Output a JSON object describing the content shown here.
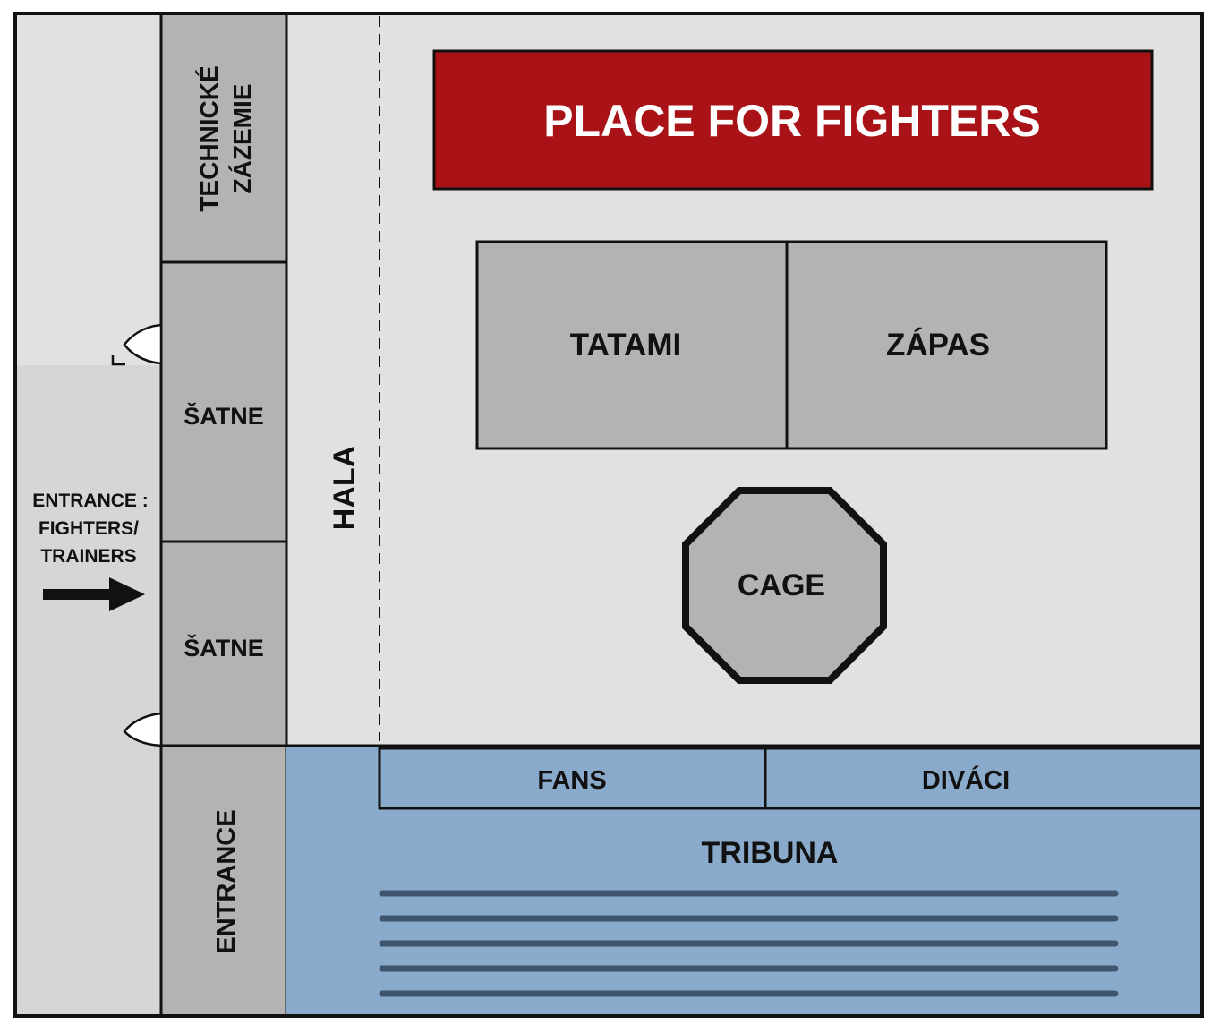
{
  "colors": {
    "background": "#e2e1df",
    "corridor": "#d6d6d5",
    "room_gray": "#b4b3b1",
    "fighters_red": "#a91216",
    "fans_blue": "#8aaacb",
    "line": "#111111",
    "tribune_stripe": "#3f556e",
    "label_light": "#ffffff"
  },
  "rooms": {
    "technical": {
      "line1": "TECHNICKÉ",
      "line2": "ZÁZEMIE"
    },
    "locker_1": "ŠATNE",
    "locker_2": "ŠATNE",
    "entrance_room": "ENTRANCE"
  },
  "entrance_note": {
    "line1": "ENTRANCE :",
    "line2": "FIGHTERS/",
    "line3": "TRAINERS"
  },
  "hall_label": "HALA",
  "fighters_area": "PLACE FOR FIGHTERS",
  "mats": {
    "left": "TATAMI",
    "right": "ZÁPAS"
  },
  "cage": "CAGE",
  "spectators": {
    "fans": "FANS",
    "divaci": "DIVÁCI",
    "tribune": "TRIBUNA",
    "seat_rows": 5
  }
}
